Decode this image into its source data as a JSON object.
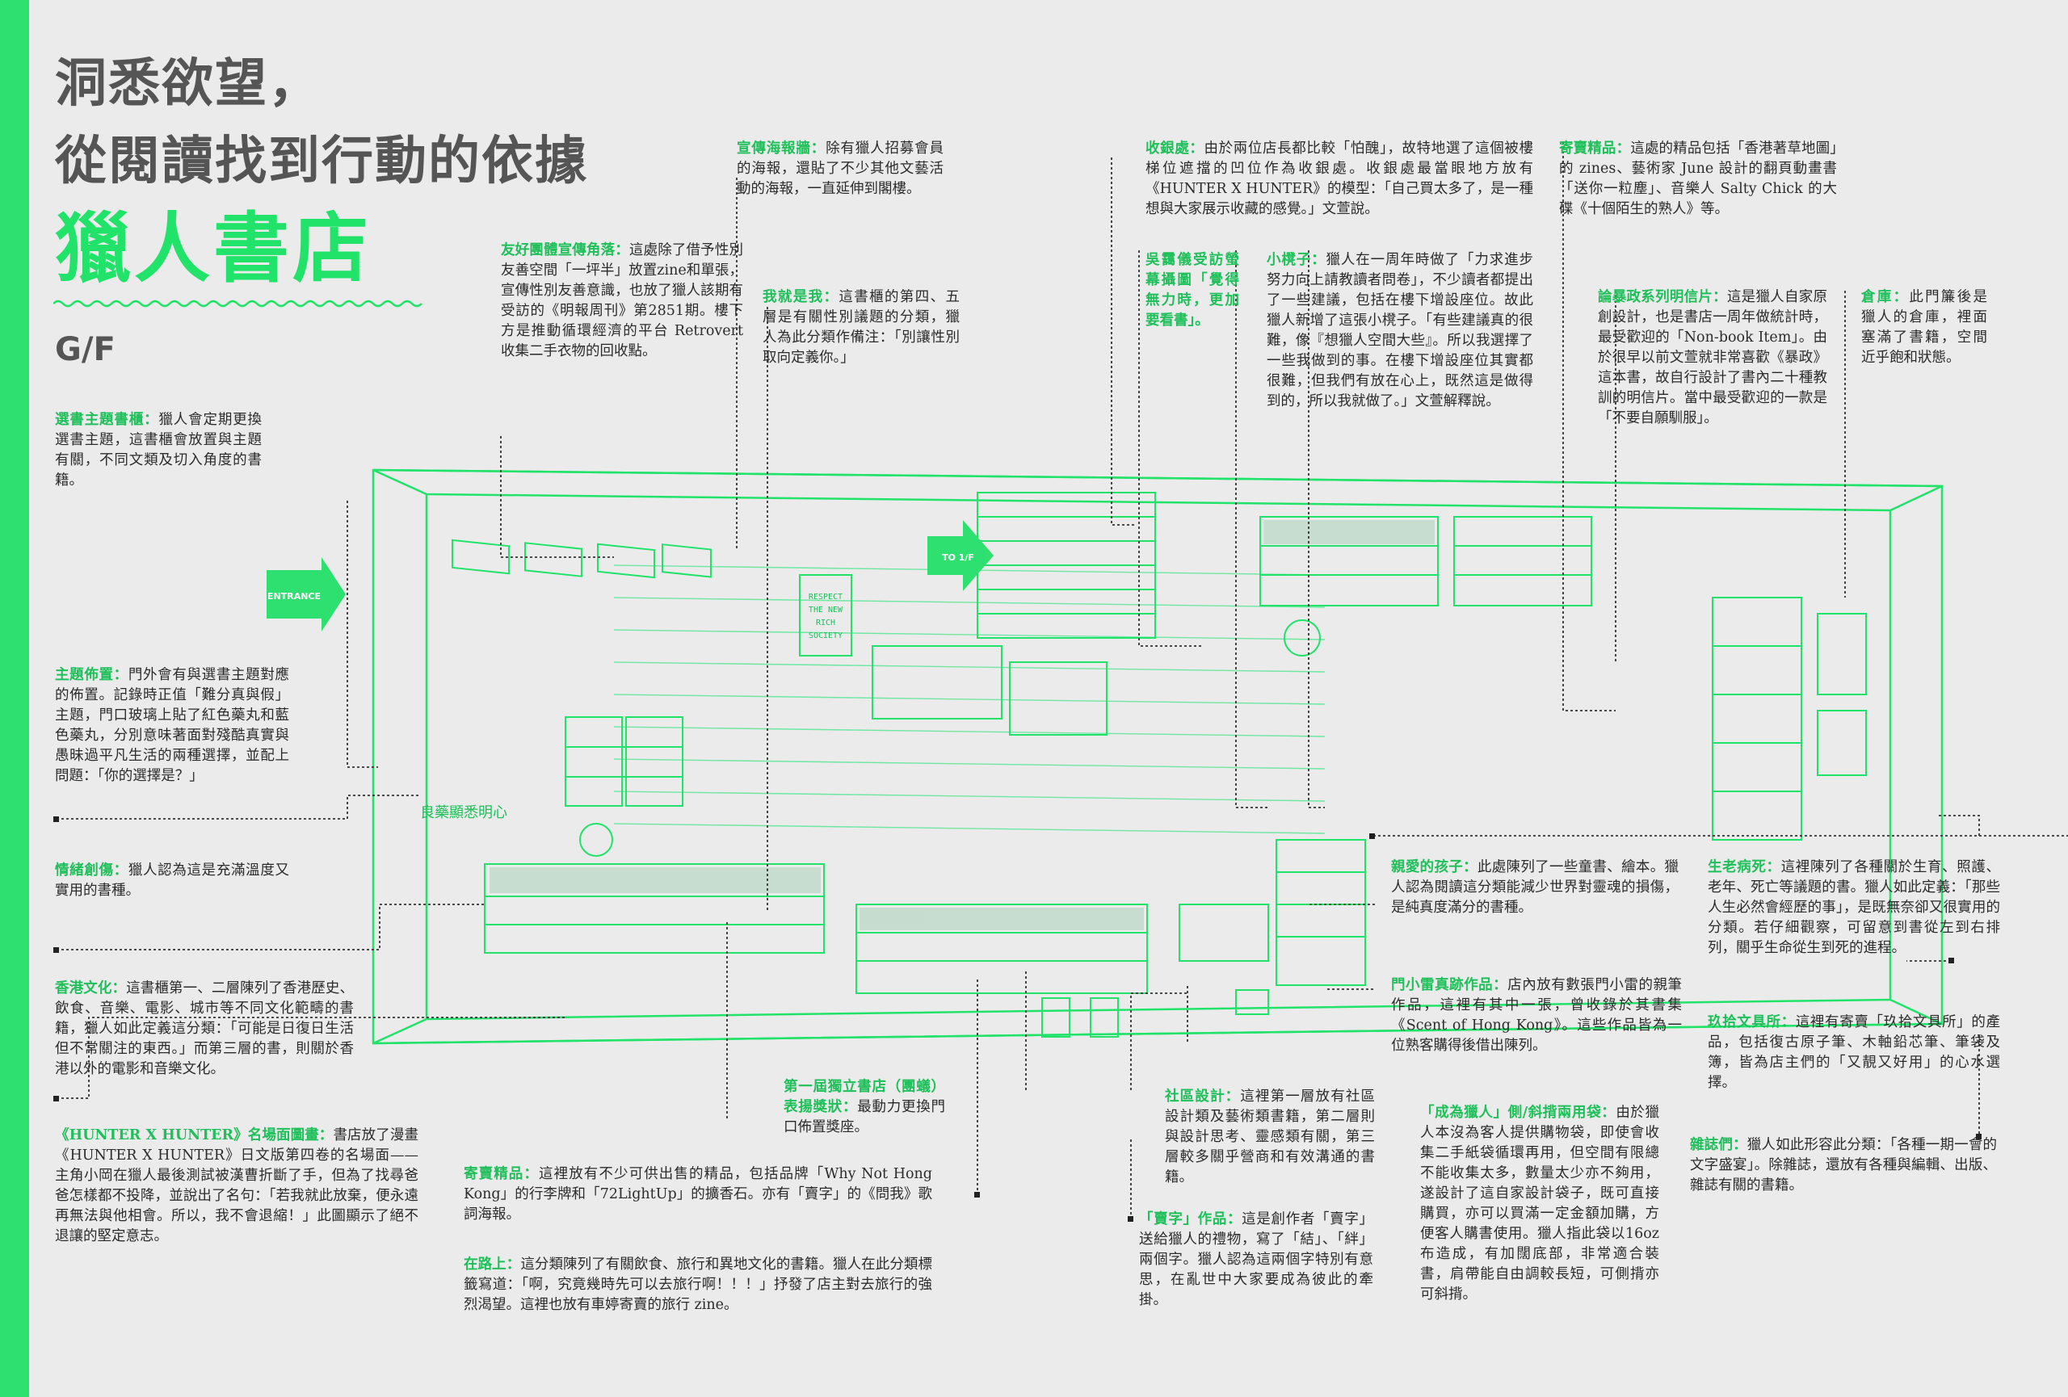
{
  "header": {
    "line1": "洞悉欲望，",
    "line2": "從閱讀找到行動的依據",
    "line3": "獵人書店",
    "floor": "G/F"
  },
  "scene": {
    "entrance": "ENTRANCE",
    "to_upper": "TO 1/F",
    "sign_lines": [
      "RESPECT",
      "THE NEW",
      "RICH",
      "SOCIETY"
    ],
    "wall_text": "良藥顯悉明心"
  },
  "notes": [
    {
      "title": "選書主題書櫃：",
      "text": "獵人會定期更換選書主題，這書櫃會放置與主題有關，不同文類及切入角度的書籍。"
    },
    {
      "title": "主題佈置：",
      "text": "門外會有與選書主題對應的佈置。記錄時正值「難分真與假」主題，門口玻璃上貼了紅色藥丸和藍色藥丸，分別意味著面對殘酷真實與愚昧過平凡生活的兩種選擇，並配上問題：「你的選擇是？」"
    },
    {
      "title": "情緒創傷：",
      "text": "獵人認為這是充滿溫度又實用的書種。"
    },
    {
      "title": "香港文化：",
      "text": "這書櫃第一、二層陳列了香港歷史、飲食、音樂、電影、城市等不同文化範疇的書籍，獵人如此定義這分類：「可能是日復日生活但不常關注的東西。」而第三層的書，則關於香港以外的電影和音樂文化。"
    },
    {
      "title": "《HUNTER X HUNTER》名場面圖畫：",
      "text": "書店放了漫畫《HUNTER X HUNTER》日文版第四卷的名場面——主角小岡在獵人最後測試被漢曹折斷了手，但為了找尋爸爸怎樣都不投降，並說出了名句：「若我就此放棄，便永遠再無法與他相會。所以，我不會退縮！」此圖顯示了絕不退讓的堅定意志。"
    },
    {
      "title": "友好團體宣傳角落：",
      "text": "這處除了借予性別友善空間「一坪半」放置zine和單張，宣傳性別友善意識，也放了獵人該期有受訪的《明報周刊》第2851期。樓下方是推動循環經濟的平台 Retrovert 收集二手衣物的回收點。"
    },
    {
      "title": "宣傳海報牆：",
      "text": "除有獵人招募會員的海報，還貼了不少其他文藝活動的海報，一直延伸到閣樓。"
    },
    {
      "title": "我就是我：",
      "text": "這書櫃的第四、五層是有關性別議題的分類，獵人為此分類作備注：「別讓性別取向定義你。」"
    },
    {
      "title": "寄賣精品：",
      "text": "這裡放有不少可供出售的精品，包括品牌「Why Not Hong Kong」的行李牌和「72LightUp」的擴香石。亦有「賣字」的《問我》歌詞海報。"
    },
    {
      "title": "在路上：",
      "text": "這分類陳列了有關飲食、旅行和異地文化的書籍。獵人在此分類標籤寫道：「啊，究竟幾時先可以去旅行啊！！！」抒發了店主對去旅行的強烈渴望。這裡也放有車婷寄賣的旅行 zine。"
    },
    {
      "title": "第一屆獨立書店（團蟻）表揚獎狀：",
      "text": "最動力更換門口佈置獎座。"
    },
    {
      "title": "收銀處：",
      "text": "由於兩位店長都比較「怕醜」，故特地選了這個被樓梯位遮擋的凹位作為收銀處。收銀處最當眼地方放有《HUNTER X HUNTER》的模型：「自己買太多了，是一種想與大家展示收藏的感覺。」文萱說。"
    },
    {
      "title": "吳靄儀受訪螢幕攝圖",
      "text": "「覺得無力時，更加要看書」。"
    },
    {
      "title": "小櫈子：",
      "text": "獵人在一周年時做了「力求進步努力向上請教讀者問卷」，不少讀者都提出了一些建議，包括在樓下增設座位。故此獵人新增了這張小櫈子。「有些建議真的很難，像『想獵人空間大些』。所以我選擇了一些我做到的事。在樓下增設座位其實都很難，但我們有放在心上，既然這是做得到的，所以我就做了。」文萱解釋說。"
    },
    {
      "title": "寄賣精品：",
      "text": "這處的精品包括「香港著草地圖」的 zines、藝術家 June 設計的翻頁動畫書「送你一粒塵」、音樂人 Salty Chick 的大碟《十個陌生的熟人》等。"
    },
    {
      "title": "論暴政系列明信片：",
      "text": "這是獵人自家原創設計，也是書店一周年做統計時，最受歡迎的「Non-book Item」。由於很早以前文萱就非常喜歡《暴政》這本書，故自行設計了書內二十種教訓的明信片。當中最受歡迎的一款是「不要自願馴服」。"
    },
    {
      "title": "倉庫：",
      "text": "此門簾後是獵人的倉庫，裡面塞滿了書籍，空間近乎飽和狀態。"
    },
    {
      "title": "親愛的孩子：",
      "text": "此處陳列了一些童書、繪本。獵人認為閱讀這分類能減少世界對靈魂的損傷，是純真度滿分的書種。"
    },
    {
      "title": "生老病死：",
      "text": "這裡陳列了各種關於生育、照護、老年、死亡等議題的書。獵人如此定義：「那些人生必然會經歷的事」，是既無奈卻又很實用的分類。若仔細觀察，可留意到書從左到右排列，關乎生命從生到死的進程。"
    },
    {
      "title": "門小雷真跡作品：",
      "text": "店內放有數張門小雷的親筆作品，這裡有其中一張，曾收錄於其書集《Scent of Hong Kong》。這些作品皆為一位熟客購得後借出陳列。"
    },
    {
      "title": "玖拾文具所：",
      "text": "這裡有寄賣「玖拾文具所」的產品，包括復古原子筆、木軸鉛芯筆、筆袋及簿，皆為店主們的「又靚又好用」的心水選擇。"
    },
    {
      "title": "社區設計：",
      "text": "這裡第一層放有社區設計類及藝術類書籍，第二層則與設計思考、靈感類有關，第三層較多關乎營商和有效溝通的書籍。"
    },
    {
      "title": "「成為獵人」側/斜揹兩用袋：",
      "text": "由於獵人本沒為客人提供購物袋，即使會收集二手紙袋循環再用，但空間有限總不能收集太多，數量太少亦不夠用，遂設計了這自家設計袋子，既可直接購買，亦可以買滿一定金額加購，方便客人購書使用。獵人指此袋以16oz布造成，有加闊底部，非常適合裝書，肩帶能自由調較長短，可側揹亦可斜揹。"
    },
    {
      "title": "雜誌們：",
      "text": "獵人如此形容此分類：「各種一期一會的文字盛宴」。除雜誌，還放有各種與編輯、出版、雜誌有關的書籍。"
    },
    {
      "title": "「賣字」作品：",
      "text": "這是創作者「賣字」送給獵人的禮物，寫了「結」、「絆」兩個字。獵人認為這兩個字特別有意思，在亂世中大家要成為彼此的牽掛。"
    }
  ],
  "colors": {
    "accent": "#22e36a",
    "ink": "#2b2b2b",
    "background": "#ebebeb"
  }
}
